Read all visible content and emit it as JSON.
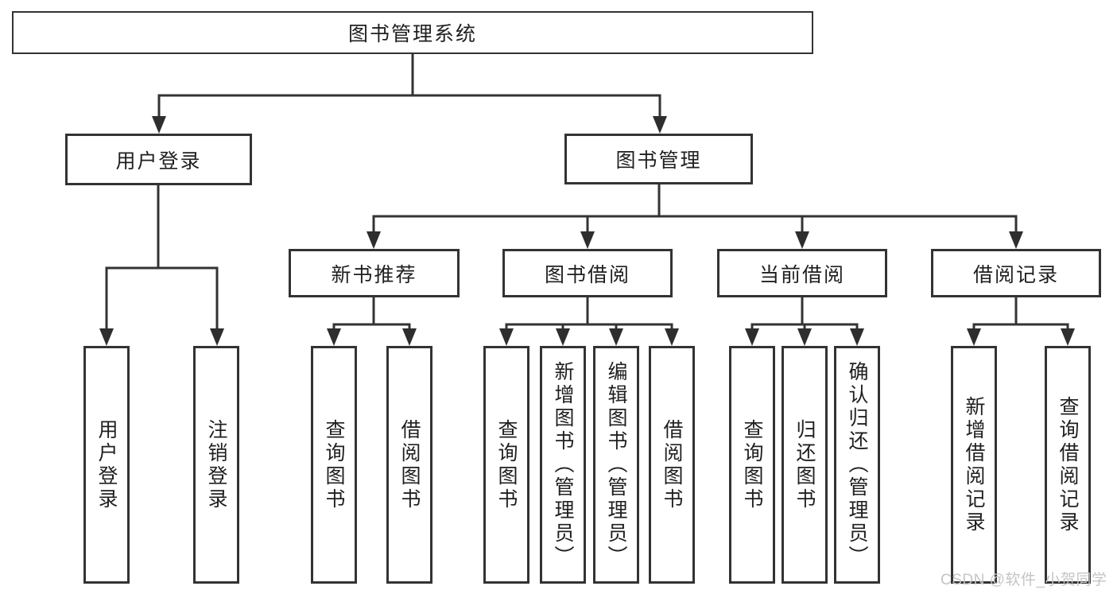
{
  "tree": {
    "root": {
      "label": "图书管理系统",
      "children": [
        {
          "label": "用户登录",
          "children": [
            {
              "label": "用户登录"
            },
            {
              "label": "注销登录"
            }
          ]
        },
        {
          "label": "图书管理",
          "children": [
            {
              "label": "新书推荐",
              "children": [
                {
                  "label": "查询图书"
                },
                {
                  "label": "借阅图书"
                }
              ]
            },
            {
              "label": "图书借阅",
              "children": [
                {
                  "label": "查询图书"
                },
                {
                  "label": "新增图书（管理员）"
                },
                {
                  "label": "编辑图书（管理员）"
                },
                {
                  "label": "借阅图书"
                }
              ]
            },
            {
              "label": "当前借阅",
              "children": [
                {
                  "label": "查询图书"
                },
                {
                  "label": "归还图书"
                },
                {
                  "label": "确认归还（管理员）"
                }
              ]
            },
            {
              "label": "借阅记录",
              "children": [
                {
                  "label": "新增借阅记录"
                },
                {
                  "label": "查询借阅记录"
                }
              ]
            }
          ]
        }
      ]
    }
  },
  "watermark": {
    "text": "CSDN @软件_小贺同学"
  },
  "colors": {
    "line": "#333333",
    "node_text": "#1f1f1f",
    "node_background": "#ffffff",
    "page_background": "#ffffff",
    "watermark": "#c5c5c5"
  }
}
